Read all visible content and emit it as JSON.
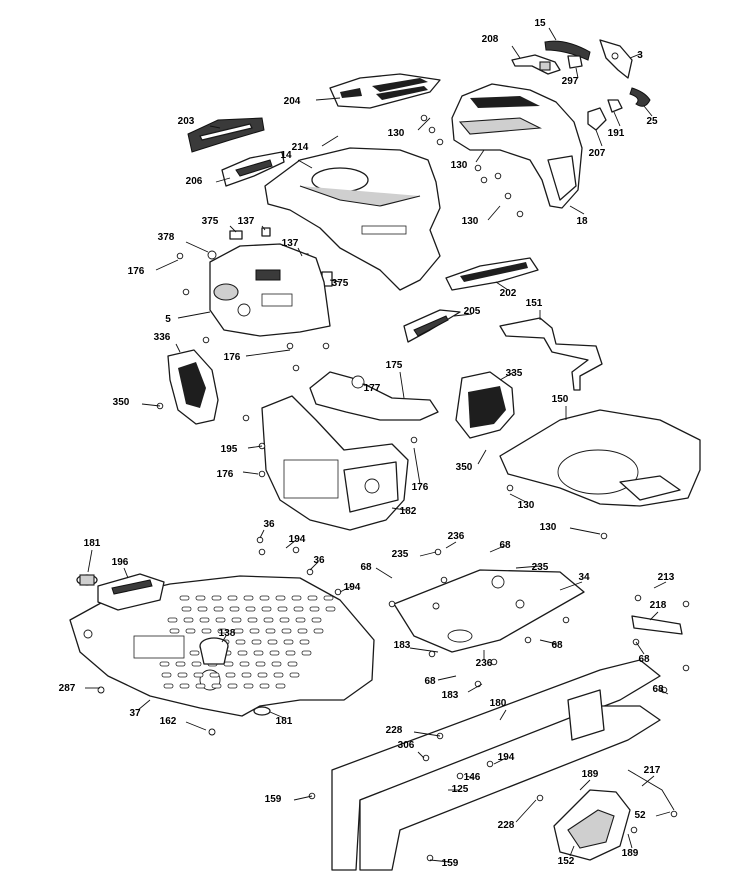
{
  "callouts": [
    {
      "id": "c15",
      "text": "15"
    },
    {
      "id": "c208",
      "text": "208"
    },
    {
      "id": "c3",
      "text": "3"
    },
    {
      "id": "c297",
      "text": "297"
    },
    {
      "id": "c25",
      "text": "25"
    },
    {
      "id": "c191",
      "text": "191"
    },
    {
      "id": "c207",
      "text": "207"
    },
    {
      "id": "c204",
      "text": "204"
    },
    {
      "id": "c130a",
      "text": "130"
    },
    {
      "id": "c130b",
      "text": "130"
    },
    {
      "id": "c130c",
      "text": "130"
    },
    {
      "id": "c18",
      "text": "18"
    },
    {
      "id": "c203",
      "text": "203"
    },
    {
      "id": "c214",
      "text": "214"
    },
    {
      "id": "c14",
      "text": "14"
    },
    {
      "id": "c206",
      "text": "206"
    },
    {
      "id": "c375a",
      "text": "375"
    },
    {
      "id": "c137a",
      "text": "137"
    },
    {
      "id": "c378",
      "text": "378"
    },
    {
      "id": "c137b",
      "text": "137"
    },
    {
      "id": "c176a",
      "text": "176"
    },
    {
      "id": "c375b",
      "text": "375"
    },
    {
      "id": "c202",
      "text": "202"
    },
    {
      "id": "c151",
      "text": "151"
    },
    {
      "id": "c5",
      "text": "5"
    },
    {
      "id": "c205",
      "text": "205"
    },
    {
      "id": "c336",
      "text": "336"
    },
    {
      "id": "c176b",
      "text": "176"
    },
    {
      "id": "c175",
      "text": "175"
    },
    {
      "id": "c177",
      "text": "177"
    },
    {
      "id": "c335",
      "text": "335"
    },
    {
      "id": "c350a",
      "text": "350"
    },
    {
      "id": "c150",
      "text": "150"
    },
    {
      "id": "c195",
      "text": "195"
    },
    {
      "id": "c350b",
      "text": "350"
    },
    {
      "id": "c176c",
      "text": "176"
    },
    {
      "id": "c176d",
      "text": "176"
    },
    {
      "id": "c130d",
      "text": "130"
    },
    {
      "id": "c182",
      "text": "182"
    },
    {
      "id": "c130e",
      "text": "130"
    },
    {
      "id": "c36a",
      "text": "36"
    },
    {
      "id": "c236",
      "text": "236"
    },
    {
      "id": "c181a",
      "text": "181"
    },
    {
      "id": "c194a",
      "text": "194"
    },
    {
      "id": "c235a",
      "text": "235"
    },
    {
      "id": "c68a",
      "text": "68"
    },
    {
      "id": "c196",
      "text": "196"
    },
    {
      "id": "c36b",
      "text": "36"
    },
    {
      "id": "c68b",
      "text": "68"
    },
    {
      "id": "c235b",
      "text": "235"
    },
    {
      "id": "c213",
      "text": "213"
    },
    {
      "id": "c194b",
      "text": "194"
    },
    {
      "id": "c34",
      "text": "34"
    },
    {
      "id": "c218",
      "text": "218"
    },
    {
      "id": "c138",
      "text": "138"
    },
    {
      "id": "c68c",
      "text": "68"
    },
    {
      "id": "c183a",
      "text": "183"
    },
    {
      "id": "c236b",
      "text": "236"
    },
    {
      "id": "c68d",
      "text": "68"
    },
    {
      "id": "c68e",
      "text": "68"
    },
    {
      "id": "c183b",
      "text": "183"
    },
    {
      "id": "c287",
      "text": "287"
    },
    {
      "id": "c180",
      "text": "180"
    },
    {
      "id": "c68f",
      "text": "68"
    },
    {
      "id": "c37",
      "text": "37"
    },
    {
      "id": "c181b",
      "text": "181"
    },
    {
      "id": "c162",
      "text": "162"
    },
    {
      "id": "c228a",
      "text": "228"
    },
    {
      "id": "c306",
      "text": "306"
    },
    {
      "id": "c194c",
      "text": "194"
    },
    {
      "id": "c217",
      "text": "217"
    },
    {
      "id": "c189a",
      "text": "189"
    },
    {
      "id": "c146",
      "text": "146"
    },
    {
      "id": "c125",
      "text": "125"
    },
    {
      "id": "c159a",
      "text": "159"
    },
    {
      "id": "c52",
      "text": "52"
    },
    {
      "id": "c228b",
      "text": "228"
    },
    {
      "id": "c189b",
      "text": "189"
    },
    {
      "id": "c152",
      "text": "152"
    },
    {
      "id": "c159b",
      "text": "159"
    }
  ]
}
